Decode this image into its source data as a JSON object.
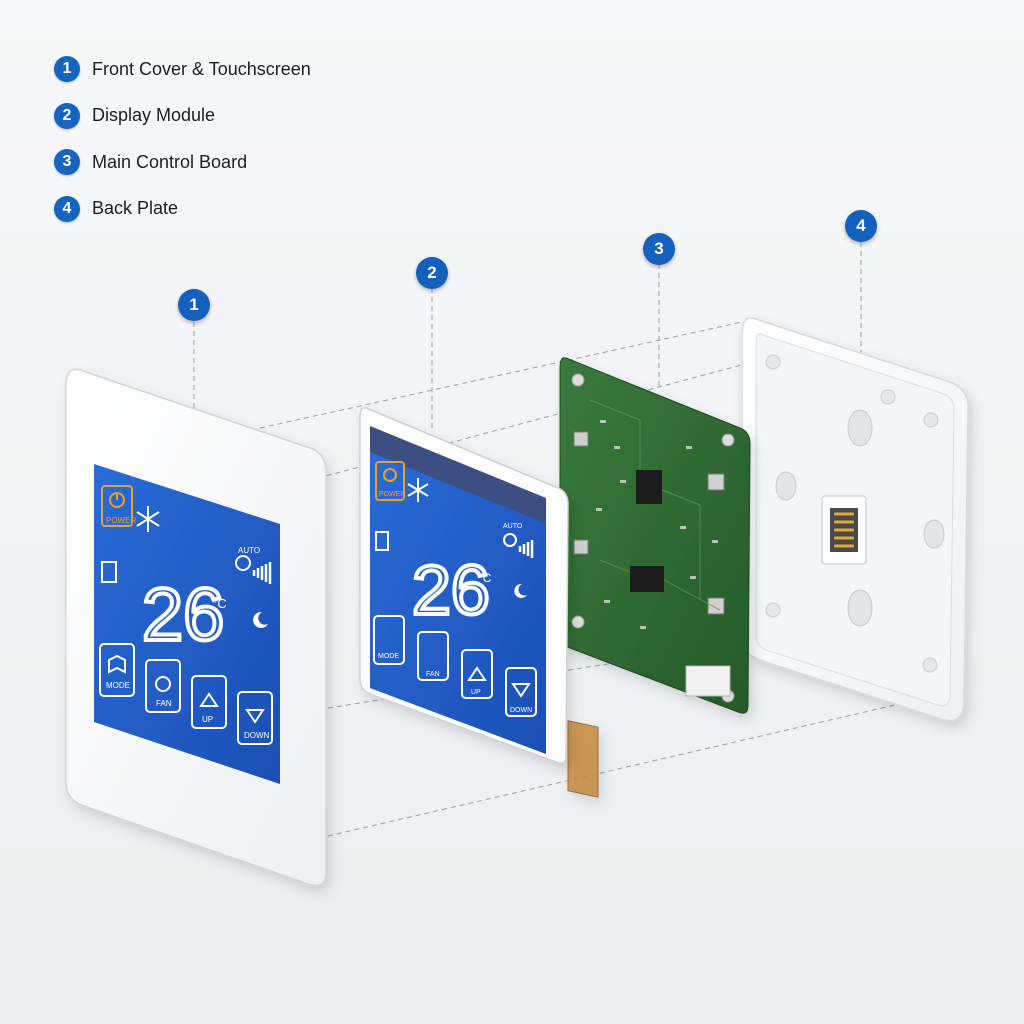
{
  "legend": [
    {
      "num": "1",
      "label": "Front Cover & Touchscreen"
    },
    {
      "num": "2",
      "label": "Display Module"
    },
    {
      "num": "3",
      "label": "Main Control Board"
    },
    {
      "num": "4",
      "label": "Back Plate"
    }
  ],
  "display": {
    "temperature": "26",
    "unit": "°C",
    "power_label": "POWER",
    "auto_label": "AUTO",
    "buttons": [
      "MODE",
      "FAN",
      "UP",
      "DOWN"
    ]
  },
  "colors": {
    "accent_blue": "#1460bd",
    "screen_blue": "#1f5bc6",
    "pcb_green": "#2e6b32",
    "power_orange": "#f0a020",
    "shell_white": "#fafafa"
  },
  "icons": [
    "power-icon",
    "snowflake-icon",
    "room-temp-icon",
    "fan-icon",
    "moon-icon",
    "mode-book-icon",
    "up-arrow-icon",
    "down-arrow-icon"
  ]
}
